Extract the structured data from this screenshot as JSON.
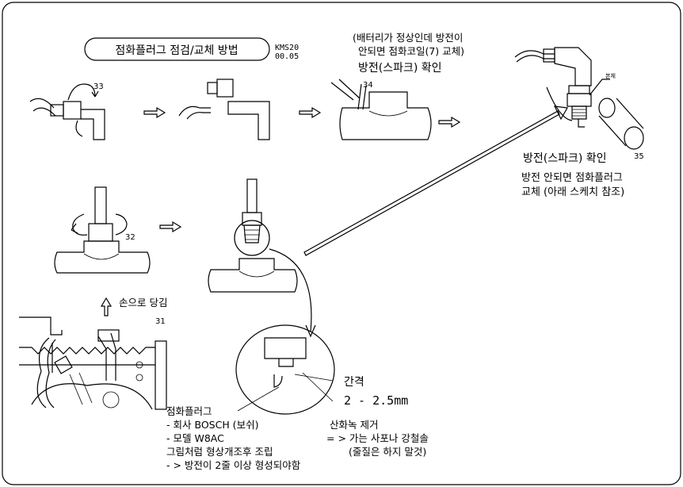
{
  "title": {
    "label": "점화플러그 점검/교체 방법",
    "code_line1": "KMS20",
    "code_line2": "00.05"
  },
  "notes": {
    "battery_line1": "(배터리가 정상인데 방전이",
    "battery_line2": "안되면 점화코일(7) 교체)",
    "spark_check_top": "방전(스파크) 확인",
    "spark_check_right": "방전(스파크) 확인",
    "replace_line1": "방전 안되면 점화플러그",
    "replace_line2": "교체 (아래 스케치 참조)",
    "pull_by_hand": "손으로 당김",
    "gap_label": "간격",
    "gap_value": "2 - 2.5mm",
    "plug_small_label": "본체"
  },
  "callouts": {
    "n33": "33",
    "n34": "34",
    "n35": "35",
    "n32": "32",
    "n31": "31"
  },
  "spark_plug_spec": {
    "heading": "점화플러그",
    "line_company": "-  회사 BOSCH (보쉬)",
    "line_model": "-  모델 W8AC",
    "line_assembly": "그림처럼 형상개조후 조립",
    "line_discharge": "- > 방전이 2줄 이상 형성되야함"
  },
  "oxide_removal": {
    "heading": "산화녹 제거",
    "line1": "= > 가는 사포나 강철솔",
    "line2": "(줄질은 하지 말것)"
  }
}
